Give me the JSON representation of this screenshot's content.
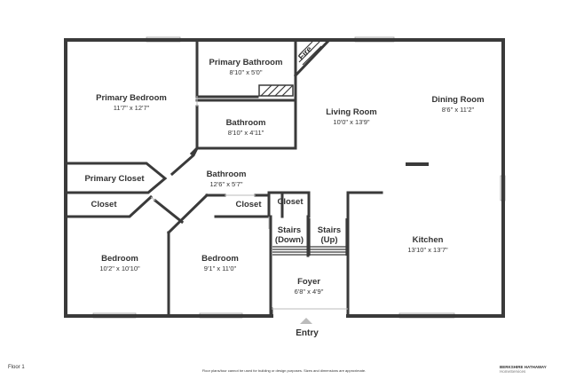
{
  "rooms": {
    "primary_bedroom": {
      "name": "Primary Bedroom",
      "dim": "11'7\" x 12'7\""
    },
    "primary_bathroom": {
      "name": "Primary Bathroom",
      "dim": "8'10\" x 5'0\""
    },
    "fireplace": {
      "name": "Fire"
    },
    "bathroom_small": {
      "name": "Bathroom",
      "dim": "8'10\" x 4'11\""
    },
    "living_room": {
      "name": "Living Room",
      "dim": "10'0\" x 13'9\""
    },
    "dining_room": {
      "name": "Dining Room",
      "dim": "8'6\" x 11'2\""
    },
    "primary_closet": {
      "name": "Primary Closet"
    },
    "bathroom_hall": {
      "name": "Bathroom",
      "dim": "12'6\" x 5'7\""
    },
    "closet_left": {
      "name": "Closet"
    },
    "closet_middle": {
      "name": "Closet"
    },
    "closet_stairs": {
      "name": "Closet"
    },
    "stairs_down": {
      "name": "Stairs",
      "sub": "(Down)"
    },
    "stairs_up": {
      "name": "Stairs",
      "sub": "(Up)"
    },
    "bedroom_left": {
      "name": "Bedroom",
      "dim": "10'2\" x 10'10\""
    },
    "bedroom_middle": {
      "name": "Bedroom",
      "dim": "9'1\" x 11'0\""
    },
    "kitchen": {
      "name": "Kitchen",
      "dim": "13'10\" x 13'7\""
    },
    "foyer": {
      "name": "Foyer",
      "dim": "6'8\" x 4'9\""
    }
  },
  "entry_label": "Entry",
  "footer": {
    "floor_label": "Floor 1",
    "disclaimer": "Floor plans/tour cannot be used for building or design purposes. Sizes and dimensions are approximate.",
    "brand": "BERKSHIRE HATHAWAY",
    "brand_sub": "HomeServices"
  }
}
